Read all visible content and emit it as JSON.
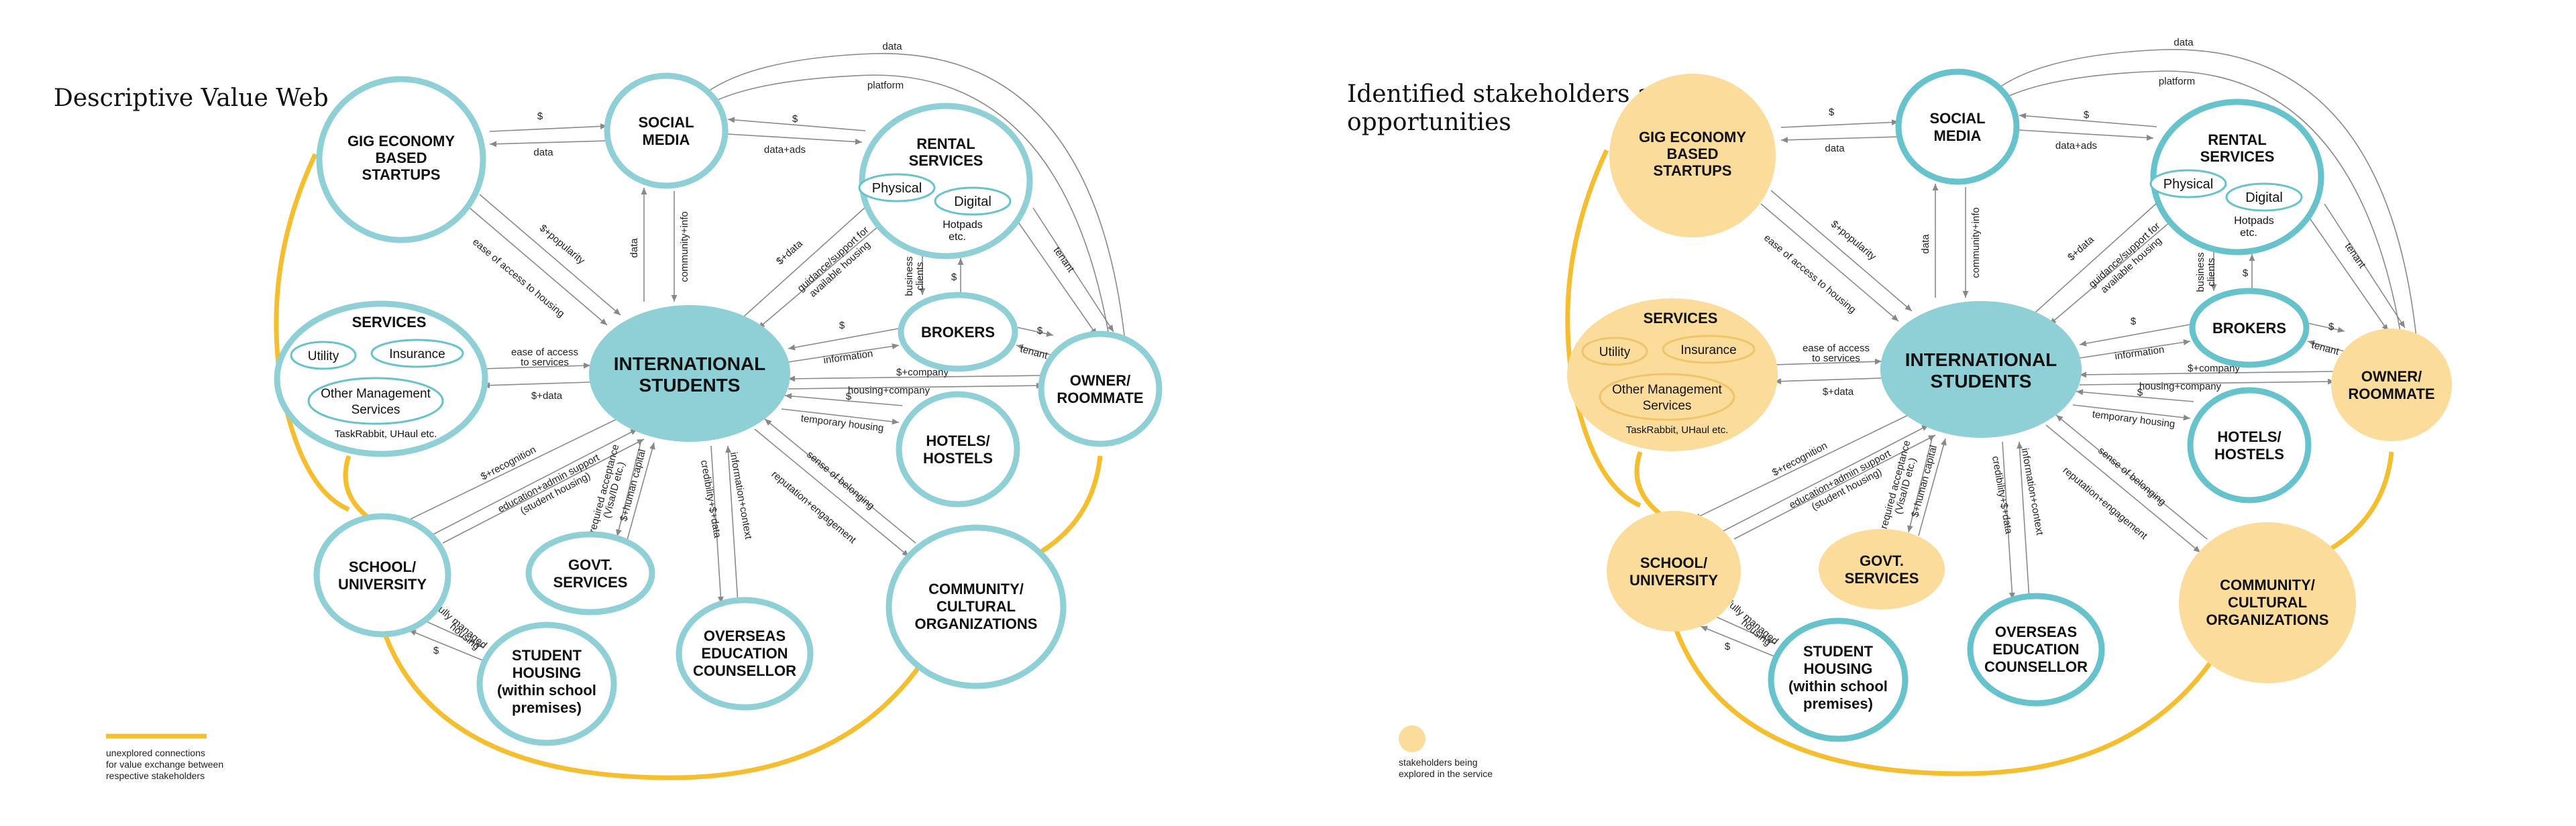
{
  "colors": {
    "teal": "#8FD0D6",
    "teal_dark": "#67C3CB",
    "teal_fill": "#8FD0D6",
    "yellow": "#F4BE2E",
    "yellow_fill": "#FBDC9A",
    "line": "#888888"
  },
  "left_panel": {
    "title": "Descriptive Value Web",
    "legend": {
      "lines": [
        "unexplored connections",
        "for value exchange between",
        "respective stakeholders"
      ]
    }
  },
  "right_panel": {
    "title_lines": [
      "Identified stakeholders as",
      "opportunities"
    ],
    "legend": {
      "lines": [
        "stakeholders being",
        "explored in the service"
      ]
    }
  },
  "nodes": {
    "gig": [
      "GIG ECONOMY",
      "BASED",
      "STARTUPS"
    ],
    "social": [
      "SOCIAL",
      "MEDIA"
    ],
    "rental": [
      "RENTAL",
      "SERVICES"
    ],
    "rental_physical": "Physical",
    "rental_digital": "Digital",
    "rental_note": [
      "Hotpads",
      "etc."
    ],
    "services": "SERVICES",
    "services_utility": "Utility",
    "services_insurance": "Insurance",
    "services_other": [
      "Other Management",
      "Services"
    ],
    "services_note": "TaskRabbit, UHaul etc.",
    "intl": [
      "INTERNATIONAL",
      "STUDENTS"
    ],
    "brokers": "BROKERS",
    "owner": [
      "OWNER/",
      "ROOMMATE"
    ],
    "hotels": [
      "HOTELS/",
      "HOSTELS"
    ],
    "school": [
      "SCHOOL/",
      "UNIVERSITY"
    ],
    "govt": [
      "GOVT.",
      "SERVICES"
    ],
    "overseas": [
      "OVERSEAS",
      "EDUCATION",
      "COUNSELLOR"
    ],
    "community": [
      "COMMUNITY/",
      "CULTURAL",
      "ORGANIZATIONS"
    ],
    "housing": [
      "STUDENT",
      "HOUSING",
      "(within school",
      "premises)"
    ]
  },
  "edges": {
    "data_top": "data",
    "platform": "platform",
    "dollar": "$",
    "data": "data",
    "data_ads": "data+ads",
    "popularity": "$+popularity",
    "ease_housing": "ease of access to housing",
    "community_info": "community+info",
    "s_data": "$+data",
    "guidance": [
      "guidance/support for",
      "available housing"
    ],
    "business_clients": [
      "business",
      "clients"
    ],
    "tenant": "tenant",
    "ease_services": [
      "ease of access",
      "to services"
    ],
    "information": "information",
    "s_company": "$+company",
    "housing_company": "housing+company",
    "temporary_housing": "temporary housing",
    "recognition": "$+recognition",
    "education_admin": [
      "education+admin support",
      "(student housing)"
    ],
    "required_acceptance": [
      "required acceptance",
      "(Visa/ID etc.)"
    ],
    "human_capital": "$+human capital",
    "information_context": "information+context",
    "credibility": "credibility+$+data",
    "sense_belonging": "sense of belonging",
    "reputation": "reputation+engagement",
    "fully_managed": [
      "fully managed",
      "housing"
    ]
  }
}
